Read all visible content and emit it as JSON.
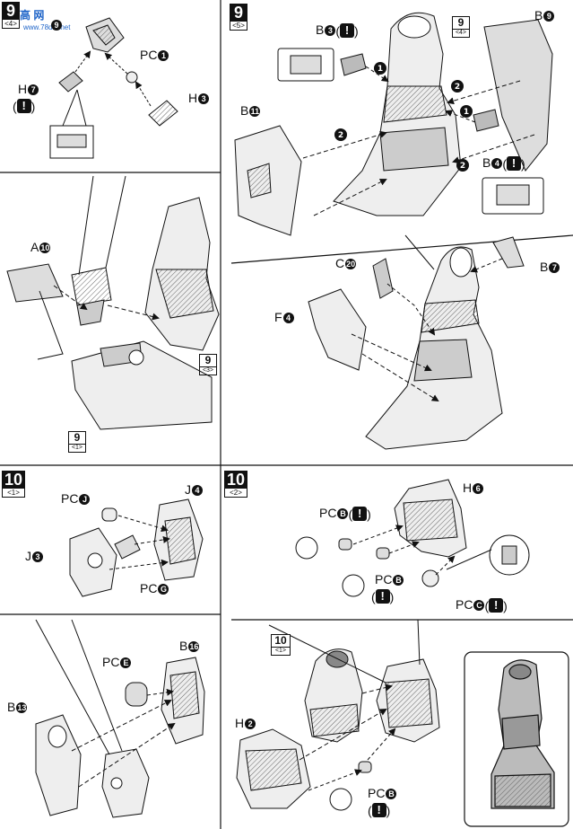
{
  "watermark": {
    "text": "高 网",
    "url": "www.78dm.net"
  },
  "steps": {
    "s9_4_tag": {
      "num": "9",
      "sub": "<4>"
    },
    "s9_5_tag": {
      "num": "9",
      "sub": "<5>"
    },
    "s10_1_tag": {
      "num": "10",
      "sub": "<1>"
    },
    "s10_2_tag": {
      "num": "10",
      "sub": "<2>"
    },
    "ref_9_4": {
      "num": "9",
      "sub": "<4>"
    },
    "ref_9_3": {
      "num": "9",
      "sub": "<3>"
    },
    "ref_9_1": {
      "num": "9",
      "sub": "<1>"
    },
    "ref_10_1": {
      "num": "10",
      "sub": "<1>"
    }
  },
  "labels": {
    "p9_4_top": {
      "part": "",
      "num": "9"
    },
    "pc1": {
      "part": "PC",
      "num": "1"
    },
    "h7": {
      "part": "H",
      "num": "7"
    },
    "h3": {
      "part": "H",
      "num": "3"
    },
    "a10": {
      "part": "A",
      "num": "10"
    },
    "b3": {
      "part": "B",
      "num": "3"
    },
    "b9": {
      "part": "B",
      "num": "9"
    },
    "b11": {
      "part": "B",
      "num": "11"
    },
    "b4": {
      "part": "B",
      "num": "4"
    },
    "c20": {
      "part": "C",
      "num": "20"
    },
    "b7": {
      "part": "B",
      "num": "7"
    },
    "f4": {
      "part": "F",
      "num": "4"
    },
    "pcj": {
      "part": "PC",
      "num": "J"
    },
    "j4": {
      "part": "J",
      "num": "4"
    },
    "j3": {
      "part": "J",
      "num": "3"
    },
    "pcg": {
      "part": "PC",
      "num": "G"
    },
    "pcb_a": {
      "part": "PC",
      "num": "B"
    },
    "h6": {
      "part": "H",
      "num": "6"
    },
    "pcb_b": {
      "part": "PC",
      "num": "B"
    },
    "pcc": {
      "part": "PC",
      "num": "C"
    },
    "pce": {
      "part": "PC",
      "num": "E"
    },
    "b16": {
      "part": "B",
      "num": "16"
    },
    "b13": {
      "part": "B",
      "num": "13"
    },
    "h2": {
      "part": "H",
      "num": "2"
    },
    "pcb_c": {
      "part": "PC",
      "num": "B"
    }
  },
  "warn": {
    "mark": "!",
    "open": "(",
    "close": ")"
  },
  "arrows": {
    "a1": "1",
    "a2": "2"
  }
}
